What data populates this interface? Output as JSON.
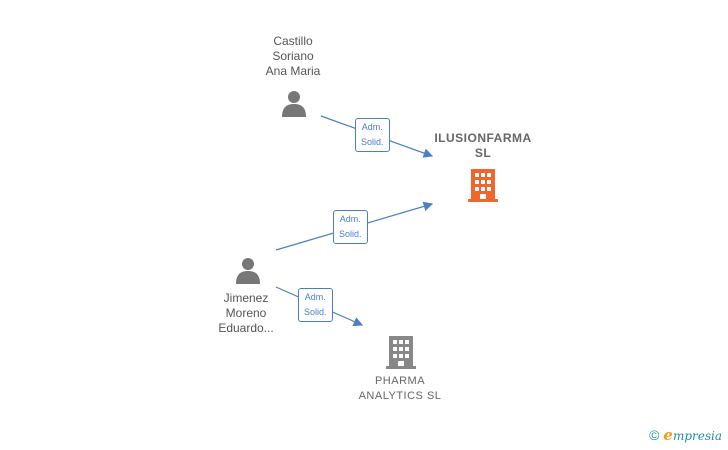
{
  "persons": [
    {
      "id": "castillo",
      "name": "Castillo\nSoriano\nAna Maria",
      "icon": "person-icon"
    },
    {
      "id": "jimenez",
      "name": "Jimenez\nMoreno\nEduardo...",
      "icon": "person-icon"
    }
  ],
  "companies": [
    {
      "id": "ilusionfarma",
      "name": "ILUSIONFARMA\nSL",
      "icon": "building-icon",
      "color": "#f0662c"
    },
    {
      "id": "pharma",
      "name": "PHARMA\nANALYTICS  SL",
      "icon": "building-icon",
      "color": "#888888"
    }
  ],
  "edges": [
    {
      "from": "castillo",
      "to": "ilusionfarma",
      "label": "Adm.\nSolid."
    },
    {
      "from": "jimenez",
      "to": "ilusionfarma",
      "label": "Adm.\nSolid."
    },
    {
      "from": "jimenez",
      "to": "pharma",
      "label": "Adm.\nSolid."
    }
  ],
  "colors": {
    "edge": "#4a7fc4",
    "person": "#777777"
  },
  "brand": {
    "copyright": "©",
    "e": "e",
    "rest": "mpresia"
  }
}
